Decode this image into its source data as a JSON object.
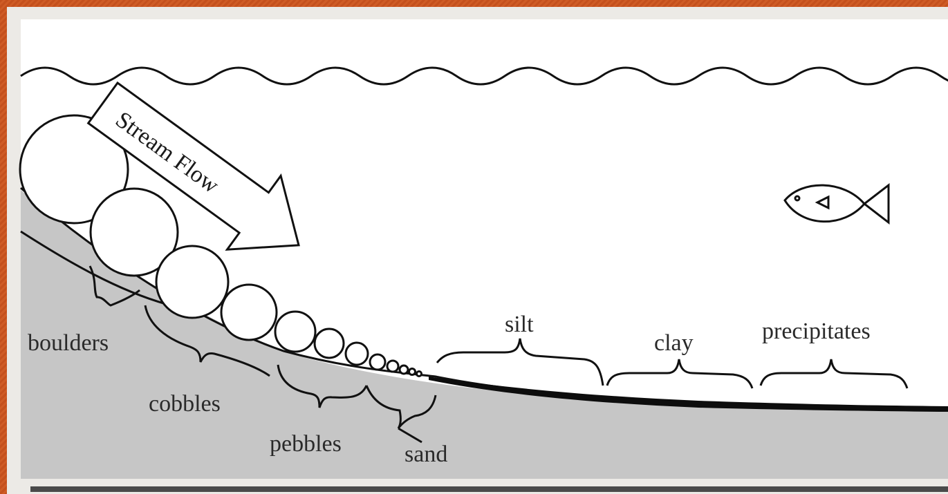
{
  "diagram": {
    "arrow_label": "Stream Flow",
    "sediment_labels": {
      "boulders": "boulders",
      "cobbles": "cobbles",
      "pebbles": "pebbles",
      "sand": "sand",
      "silt": "silt",
      "clay": "clay",
      "precipitates": "precipitates"
    },
    "colors": {
      "frame": "#c8531f",
      "ground": "#c6c6c6",
      "water": "#ffffff",
      "line": "#111111"
    },
    "icons": [
      "fish-icon"
    ]
  }
}
